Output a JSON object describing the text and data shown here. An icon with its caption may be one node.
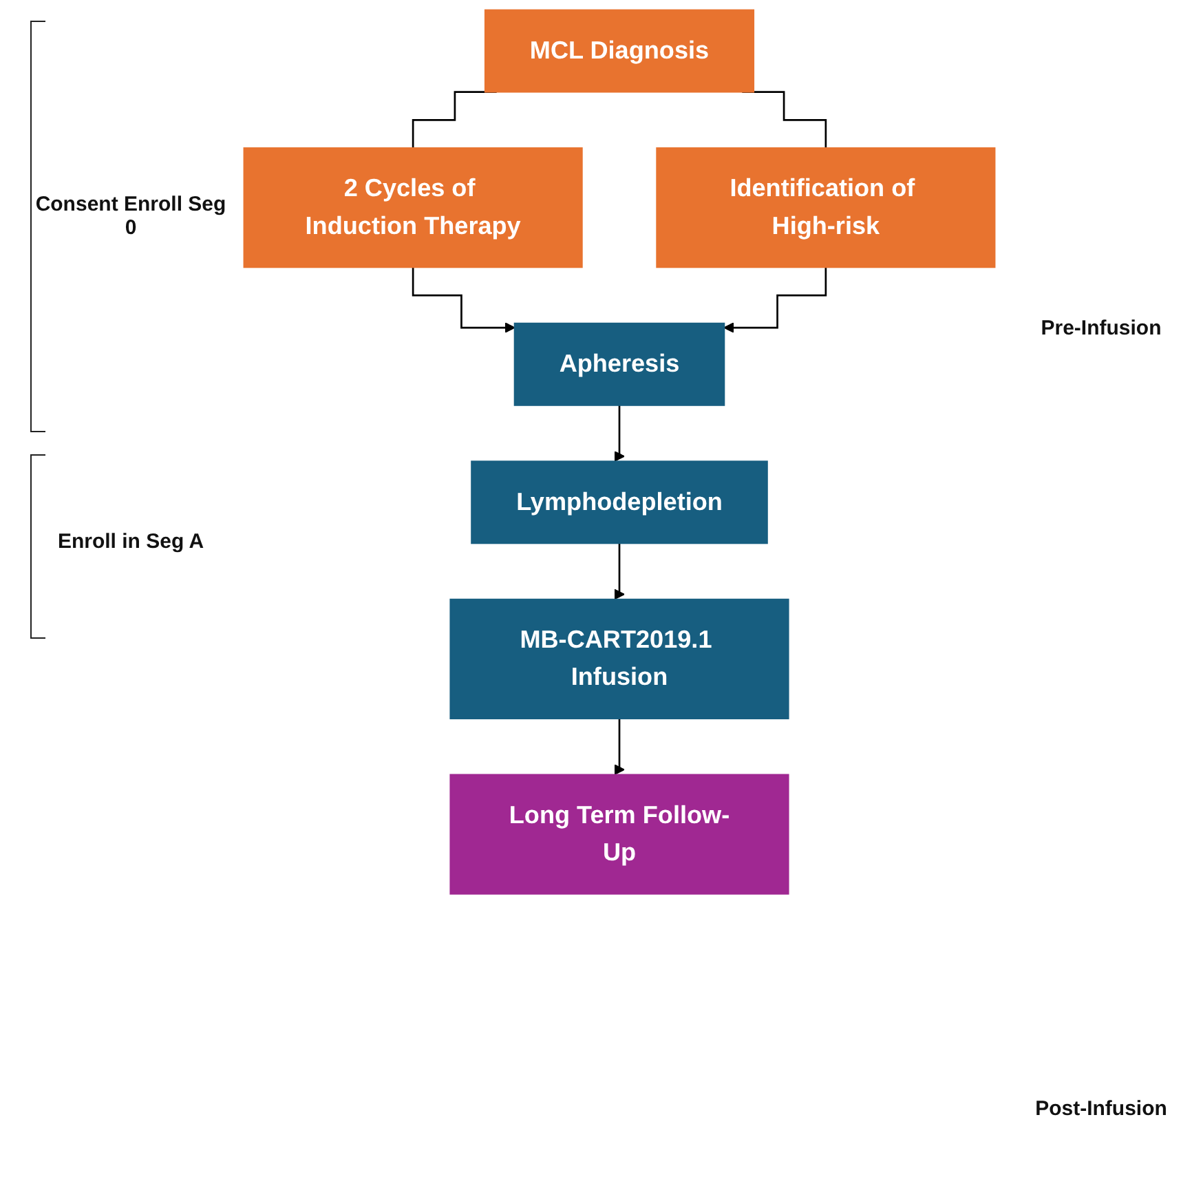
{
  "diagram": {
    "nodes": [
      {
        "text": [
          "MCL Diagnosis"
        ]
      },
      {
        "text": [
          "2 Cycles of Induction Therapy"
        ]
      },
      {
        "text": [
          "Identification of High-risk"
        ]
      },
      {
        "text": [
          "Apheresis"
        ]
      },
      {
        "text": [
          "Lymphodepletion"
        ]
      },
      {
        "text": [
          "MB-CART2019.1 Infusion"
        ]
      },
      {
        "text": [
          "Long Term Follow-Up"
        ]
      }
    ],
    "edges": [
      {
        "from": 0,
        "to": 1,
        "arrow": "none"
      },
      {
        "from": 0,
        "to": 2,
        "arrow": "none"
      },
      {
        "from": 1,
        "to": 3,
        "arrow": "to"
      },
      {
        "from": 2,
        "to": 3,
        "arrow": "to"
      },
      {
        "from": 3,
        "to": 4,
        "arrow": "to"
      },
      {
        "from": 4,
        "to": 5,
        "arrow": "to"
      },
      {
        "from": 5,
        "to": 6,
        "arrow": "to"
      }
    ],
    "labels": [
      "Consent Enroll Seg 0",
      "Pre-Infusion",
      "Enroll in Seg A",
      "Post-Infusion"
    ]
  }
}
